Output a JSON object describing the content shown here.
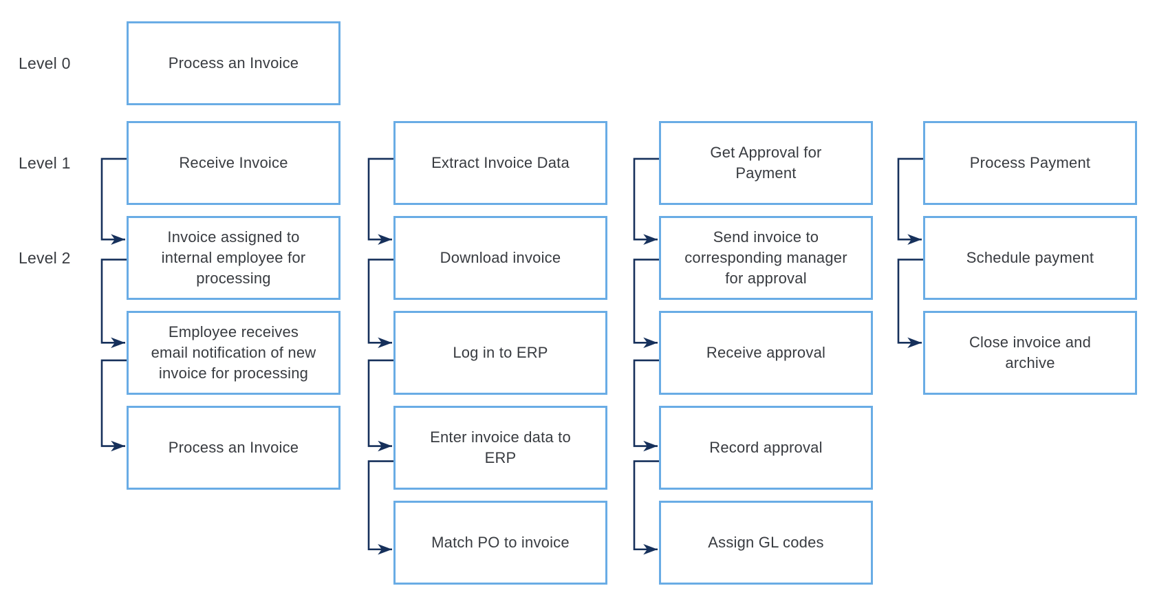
{
  "diagram": {
    "level_labels": [
      "Level 0",
      "Level 1",
      "Level 2"
    ],
    "root": {
      "label": "Process an Invoice"
    },
    "columns": [
      {
        "level1": {
          "label": "Receive Invoice"
        },
        "level2": [
          {
            "label": "Invoice assigned to\ninternal employee for\nprocessing"
          },
          {
            "label": "Employee receives\nemail notification of new\ninvoice for processing"
          },
          {
            "label": "Process an Invoice"
          }
        ]
      },
      {
        "level1": {
          "label": "Extract Invoice Data"
        },
        "level2": [
          {
            "label": "Download invoice"
          },
          {
            "label": "Log in to ERP"
          },
          {
            "label": "Enter invoice data to\nERP"
          },
          {
            "label": "Match PO to invoice"
          }
        ]
      },
      {
        "level1": {
          "label": "Get Approval for\nPayment"
        },
        "level2": [
          {
            "label": "Send invoice to\ncorresponding manager\nfor approval"
          },
          {
            "label": "Receive approval"
          },
          {
            "label": "Record approval"
          },
          {
            "label": "Assign GL codes"
          }
        ]
      },
      {
        "level1": {
          "label": "Process Payment"
        },
        "level2": [
          {
            "label": "Schedule payment"
          },
          {
            "label": "Close invoice and\narchive"
          }
        ]
      }
    ],
    "colors": {
      "box_border": "#69ACE5",
      "connector": "#16305B",
      "text": "#383B40",
      "background": "#FFFFFF"
    }
  }
}
